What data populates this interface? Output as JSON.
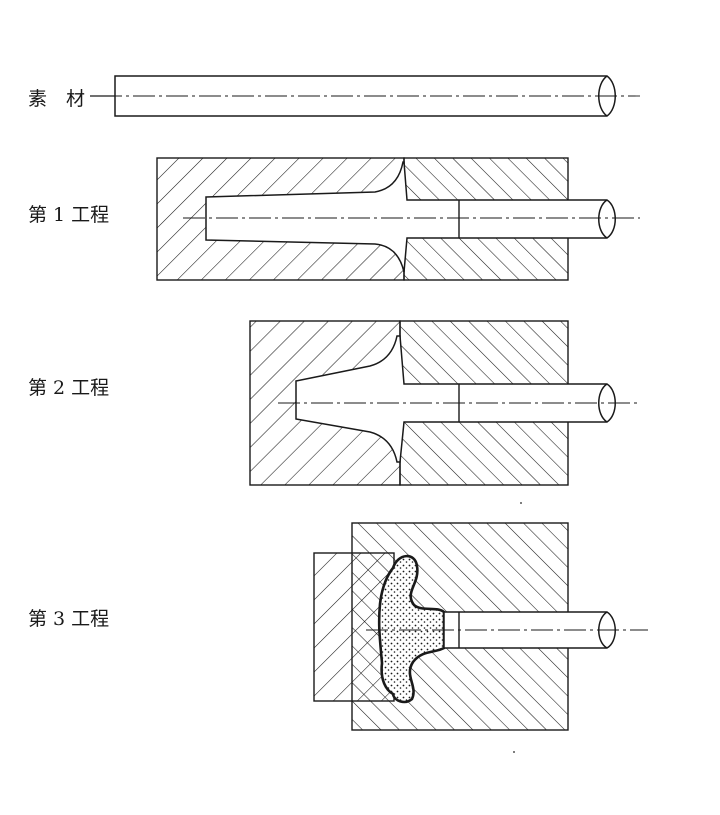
{
  "labels": {
    "raw": "素　材",
    "step1": "第 1 工程",
    "step2": "第 2 工程",
    "step3": "第 3 工程"
  },
  "colors": {
    "ink": "#1a1a1a",
    "paper": "#ffffff"
  }
}
